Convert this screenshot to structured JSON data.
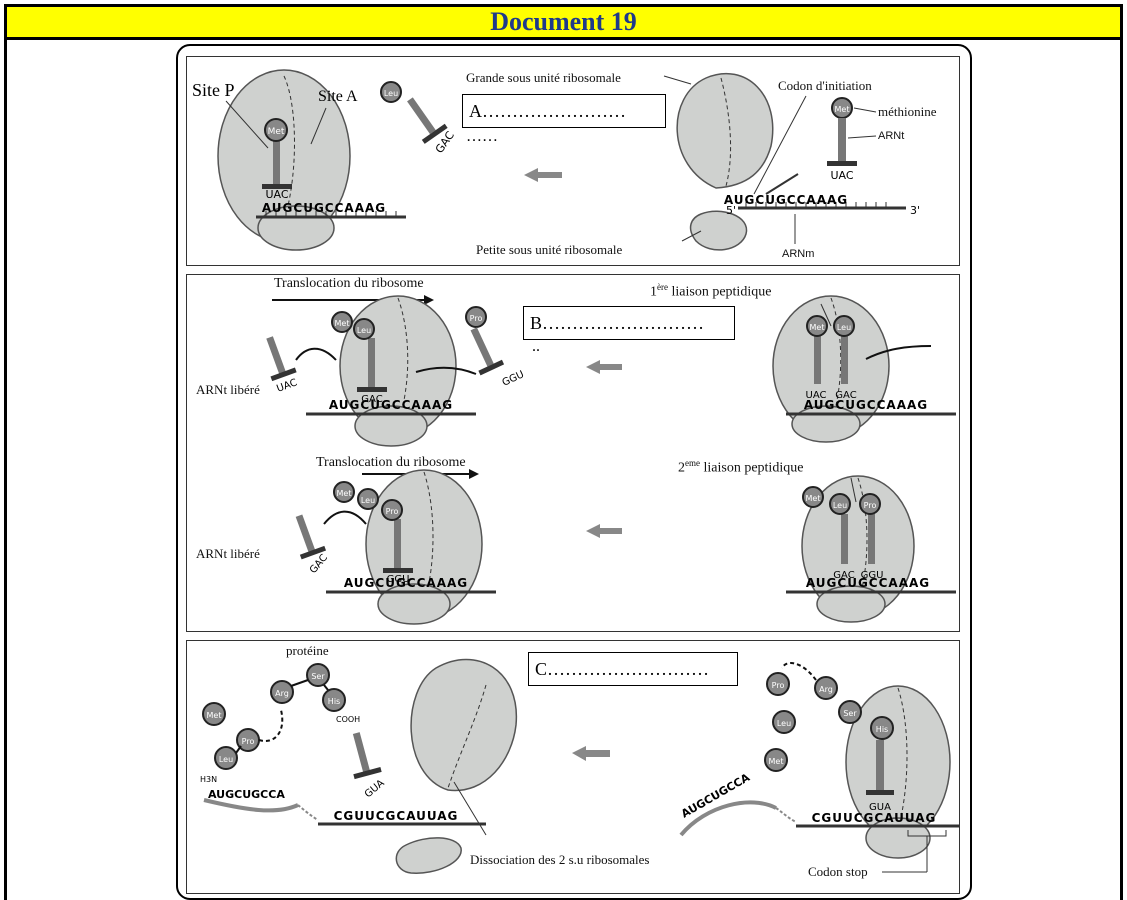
{
  "document": {
    "title": "Document 19"
  },
  "panel_a": {
    "site_p": "Site P",
    "site_a": "Site A",
    "answer_box": "A……………………",
    "answer_box_cont": "……",
    "grande_su": "Grande sous unité ribosomale",
    "codon_init": "Codon d'initiation",
    "methionine": "méthionine",
    "arnt": "ARNt",
    "petite_su": "Petite sous unité ribosomale",
    "arnm": "ARNm",
    "five_prime": "5'",
    "three_prime": "3'",
    "left_mrna": "AUGCUGCCAAAG",
    "right_mrna": "AUGCUGCCAAAG",
    "anticodon_uac": "UAC",
    "anticodon_gac": "GAC",
    "aa_met": "Met",
    "aa_leu": "Leu"
  },
  "panel_b": {
    "translocation_1": "Translocation du ribosome",
    "translocation_2": "Translocation du ribosome",
    "answer_box": "B………………………",
    "answer_box_cont": "..",
    "liaison_1_num": "1",
    "liaison_1_sup": "ère",
    "liaison_1_text": " liaison peptidique",
    "liaison_2_num": "2",
    "liaison_2_sup": "eme",
    "liaison_2_text": " liaison peptidique",
    "arnt_libere_1": "ARNt libéré",
    "arnt_libere_2": "ARNt libéré",
    "mrna": "AUGCUGCCAAAG",
    "anticodon_uac": "UAC",
    "anticodon_gac": "GAC",
    "anticodon_ggu": "GGU",
    "aa_met": "Met",
    "aa_leu": "Leu",
    "aa_pro": "Pro"
  },
  "panel_c": {
    "proteine": "protéine",
    "answer_box": "C………………………",
    "cooh": "COOH",
    "h3n": "H3N",
    "left_mrna_curve": "AUGCUGCCA",
    "left_mrna_line": "CGUUCGCAUUAG",
    "right_mrna_curve": "AUGCUGCCA",
    "right_mrna_line": "CGUUCGCAUUAG",
    "anticodon_gua": "GUA",
    "dissociation": "Dissociation des 2 s.u ribosomales",
    "codon_stop": "Codon stop",
    "aa_met": "Met",
    "aa_leu": "Leu",
    "aa_pro": "Pro",
    "aa_arg": "Arg",
    "aa_ser": "Ser",
    "aa_his": "His"
  },
  "colors": {
    "title_bg": "#ffff00",
    "title_text": "#1f3a8a",
    "ribosome": "#cfd1cf",
    "arrow": "#888888"
  }
}
